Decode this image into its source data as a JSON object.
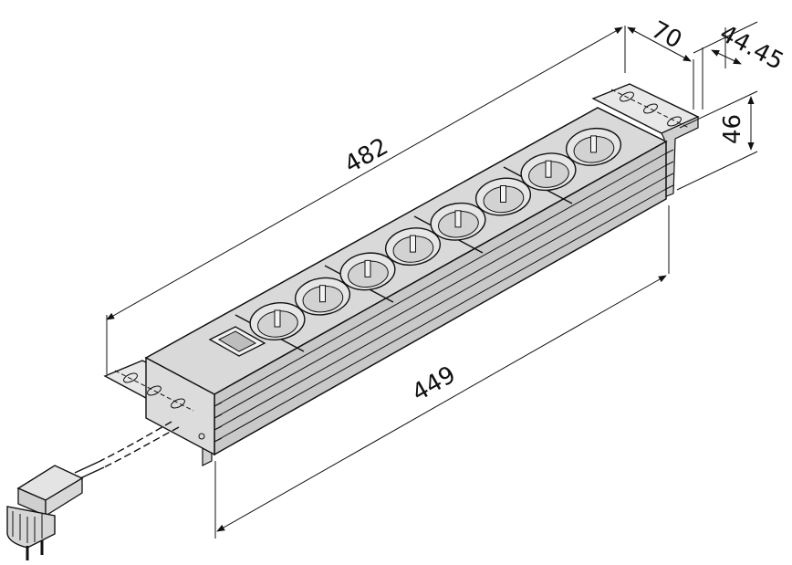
{
  "dimensions": {
    "total_length": "482",
    "depth": "70",
    "rack_unit": "44.45",
    "height": "46",
    "inner_length": "449"
  },
  "sockets": [
    1,
    2,
    3,
    4,
    5,
    6,
    7,
    8
  ],
  "colors": {
    "body_fill": "#d9d9d9",
    "face_fill": "#c9c9c9",
    "line": "#111111",
    "background": "#ffffff"
  }
}
